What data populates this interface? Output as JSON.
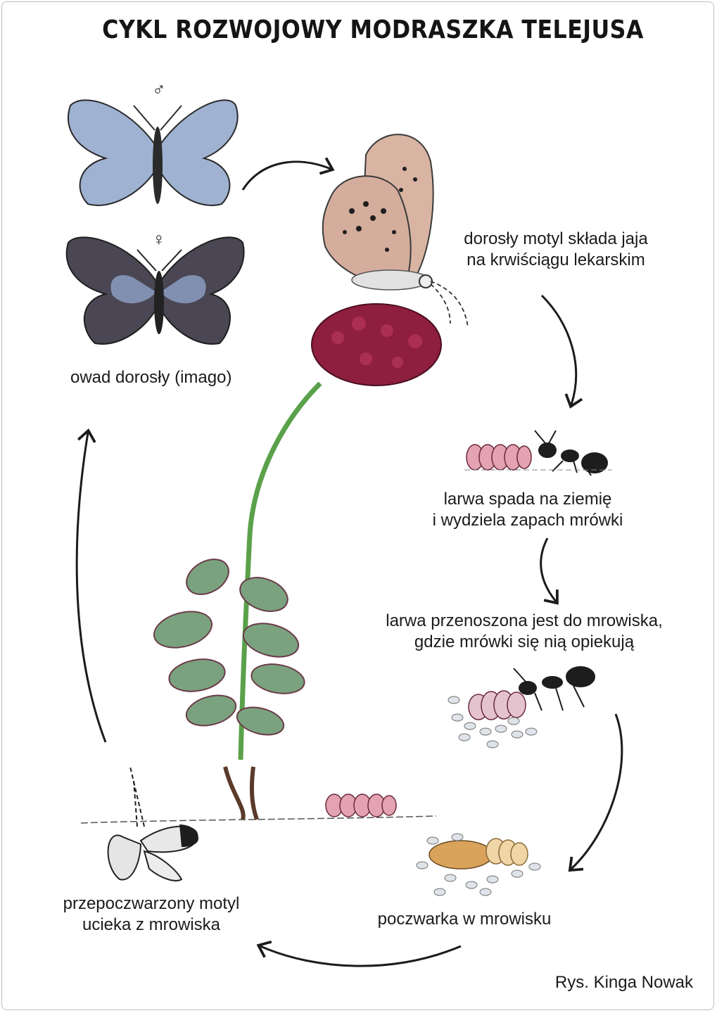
{
  "title": "CYKL ROZWOJOWY MODRASZKA TELEJUSA",
  "symbols": {
    "male": "♂",
    "female": "♀"
  },
  "stages": [
    {
      "id": "imago",
      "text": "owad dorosły (imago)"
    },
    {
      "id": "eggs",
      "line1": "dorosły motyl składa jaja",
      "line2": "na krwiściągu lekarskim"
    },
    {
      "id": "larva-drop",
      "line1": "larwa spada na ziemię",
      "line2": "i wydziela zapach mrówki"
    },
    {
      "id": "larva-carried",
      "line1": "larwa przenoszona jest do mrowiska,",
      "line2": "gdzie mrówki się nią opiekują"
    },
    {
      "id": "pupa",
      "text": "poczwarka w mrowisku"
    },
    {
      "id": "emergence",
      "line1": "przepoczwarzony motyl",
      "line2": "ucieka z mrowiska"
    }
  ],
  "credit": "Rys. Kinga Nowak",
  "colors": {
    "butterfly_blue": "#8fa3c8",
    "butterfly_dark": "#3e3a45",
    "underside": "#d7b3a0",
    "flower": "#8e1f3e",
    "stem": "#5aa14a",
    "leaf": "#5f8f66",
    "larva": "#e4a3b3",
    "ant": "#1d1d1d"
  }
}
